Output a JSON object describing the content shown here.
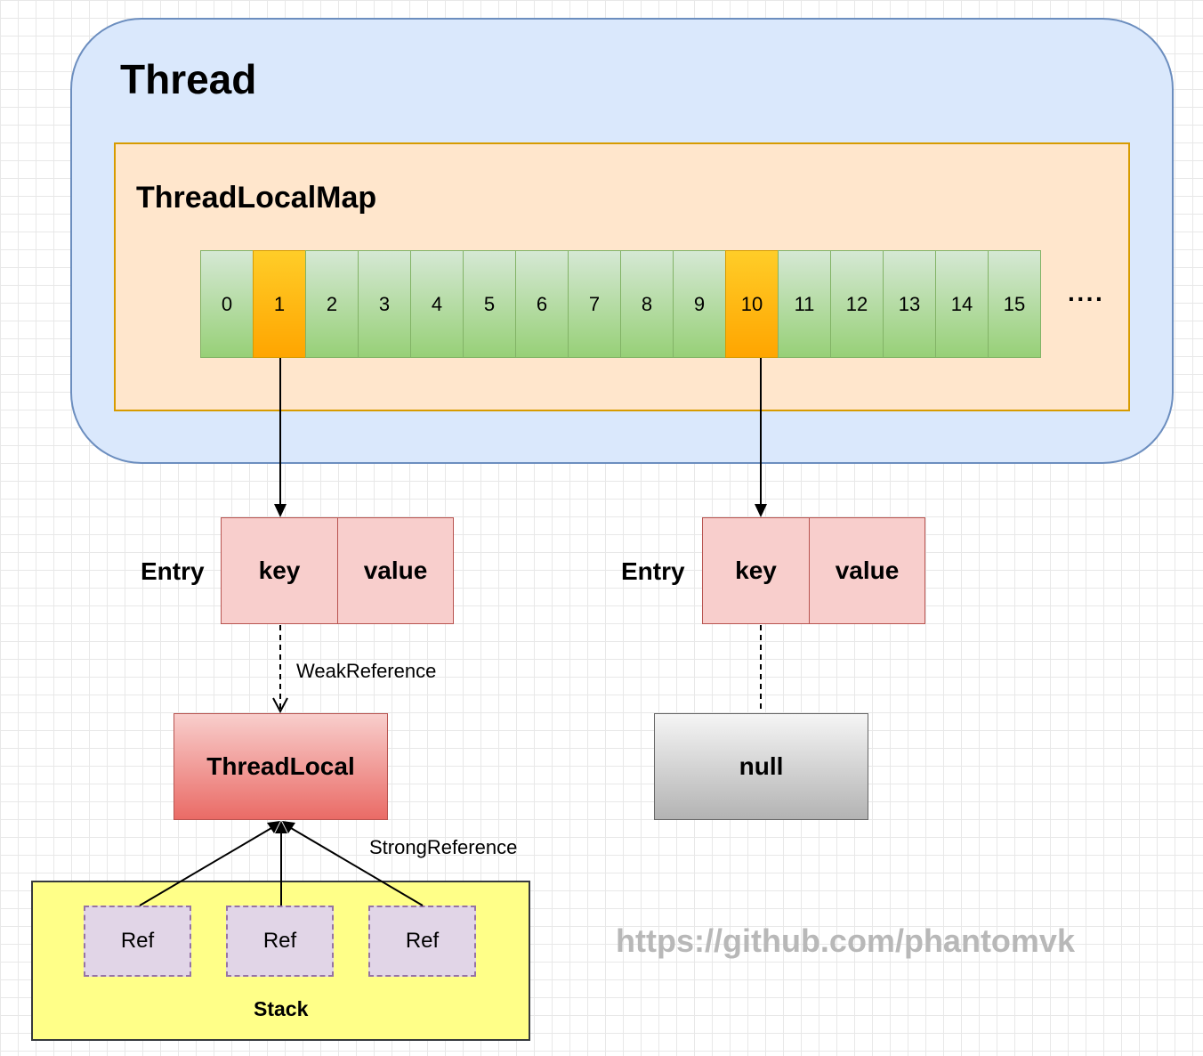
{
  "thread": {
    "title": "Thread"
  },
  "map": {
    "title": "ThreadLocalMap",
    "slots": [
      {
        "label": "0",
        "highlight": false
      },
      {
        "label": "1",
        "highlight": true
      },
      {
        "label": "2",
        "highlight": false
      },
      {
        "label": "3",
        "highlight": false
      },
      {
        "label": "4",
        "highlight": false
      },
      {
        "label": "5",
        "highlight": false
      },
      {
        "label": "6",
        "highlight": false
      },
      {
        "label": "7",
        "highlight": false
      },
      {
        "label": "8",
        "highlight": false
      },
      {
        "label": "9",
        "highlight": false
      },
      {
        "label": "10",
        "highlight": true
      },
      {
        "label": "11",
        "highlight": false
      },
      {
        "label": "12",
        "highlight": false
      },
      {
        "label": "13",
        "highlight": false
      },
      {
        "label": "14",
        "highlight": false
      },
      {
        "label": "15",
        "highlight": false
      }
    ],
    "ellipsis": "····"
  },
  "entry_left": {
    "label": "Entry",
    "key": "key",
    "value": "value"
  },
  "entry_right": {
    "label": "Entry",
    "key": "key",
    "value": "value"
  },
  "weak_reference_label": "WeakReference",
  "strong_reference_label": "StrongReference",
  "threadlocal_label": "ThreadLocal",
  "null_label": "null",
  "stack": {
    "label": "Stack",
    "refs": [
      "Ref",
      "Ref",
      "Ref"
    ]
  },
  "watermark": "https://github.com/phantomvk",
  "colors": {
    "thread_fill": "#dae8fc",
    "thread_border": "#6c8ebf",
    "map_fill": "#ffe6cc",
    "map_border": "#d79b00",
    "slot_green": "#97d077",
    "slot_highlight": "#ffa500",
    "entry_fill": "#f8cecc",
    "threadlocal_fill": "#ea6b66",
    "null_fill": "#b3b3b3",
    "stack_fill": "#ffff88",
    "ref_fill": "#e1d5e7"
  }
}
